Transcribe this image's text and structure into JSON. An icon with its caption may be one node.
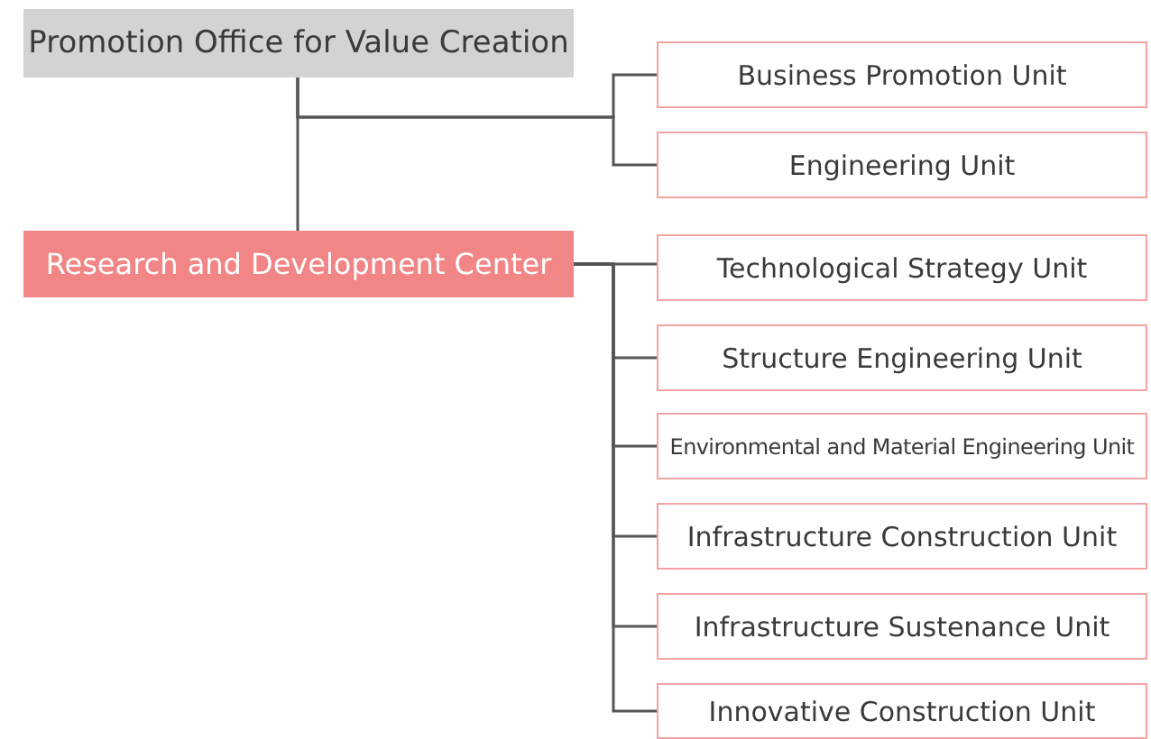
{
  "diagram": {
    "nodes": [
      {
        "text": [
          "Promotion Office for Value Creation"
        ]
      },
      {
        "text": [
          "Research and Development Center"
        ]
      },
      {
        "text": [
          "Business Promotion Unit"
        ]
      },
      {
        "text": [
          "Engineering Unit"
        ]
      },
      {
        "text": [
          "Technological Strategy Unit"
        ]
      },
      {
        "text": [
          "Structure Engineering Unit"
        ]
      },
      {
        "text": [
          "Environmental and Material Engineering Unit"
        ]
      },
      {
        "text": [
          "Infrastructure Construction Unit"
        ]
      },
      {
        "text": [
          "Infrastructure Sustenance Unit"
        ]
      },
      {
        "text": [
          "Innovative Construction Unit"
        ]
      }
    ],
    "edges": [
      {
        "from": 0,
        "to": 1,
        "arrow": "none"
      },
      {
        "from": 0,
        "to": 2,
        "arrow": "none"
      },
      {
        "from": 0,
        "to": 3,
        "arrow": "none"
      },
      {
        "from": 1,
        "to": 4,
        "arrow": "none"
      },
      {
        "from": 1,
        "to": 5,
        "arrow": "none"
      },
      {
        "from": 1,
        "to": 6,
        "arrow": "none"
      },
      {
        "from": 1,
        "to": 7,
        "arrow": "none"
      },
      {
        "from": 1,
        "to": 8,
        "arrow": "none"
      },
      {
        "from": 1,
        "to": 9,
        "arrow": "none"
      }
    ]
  }
}
